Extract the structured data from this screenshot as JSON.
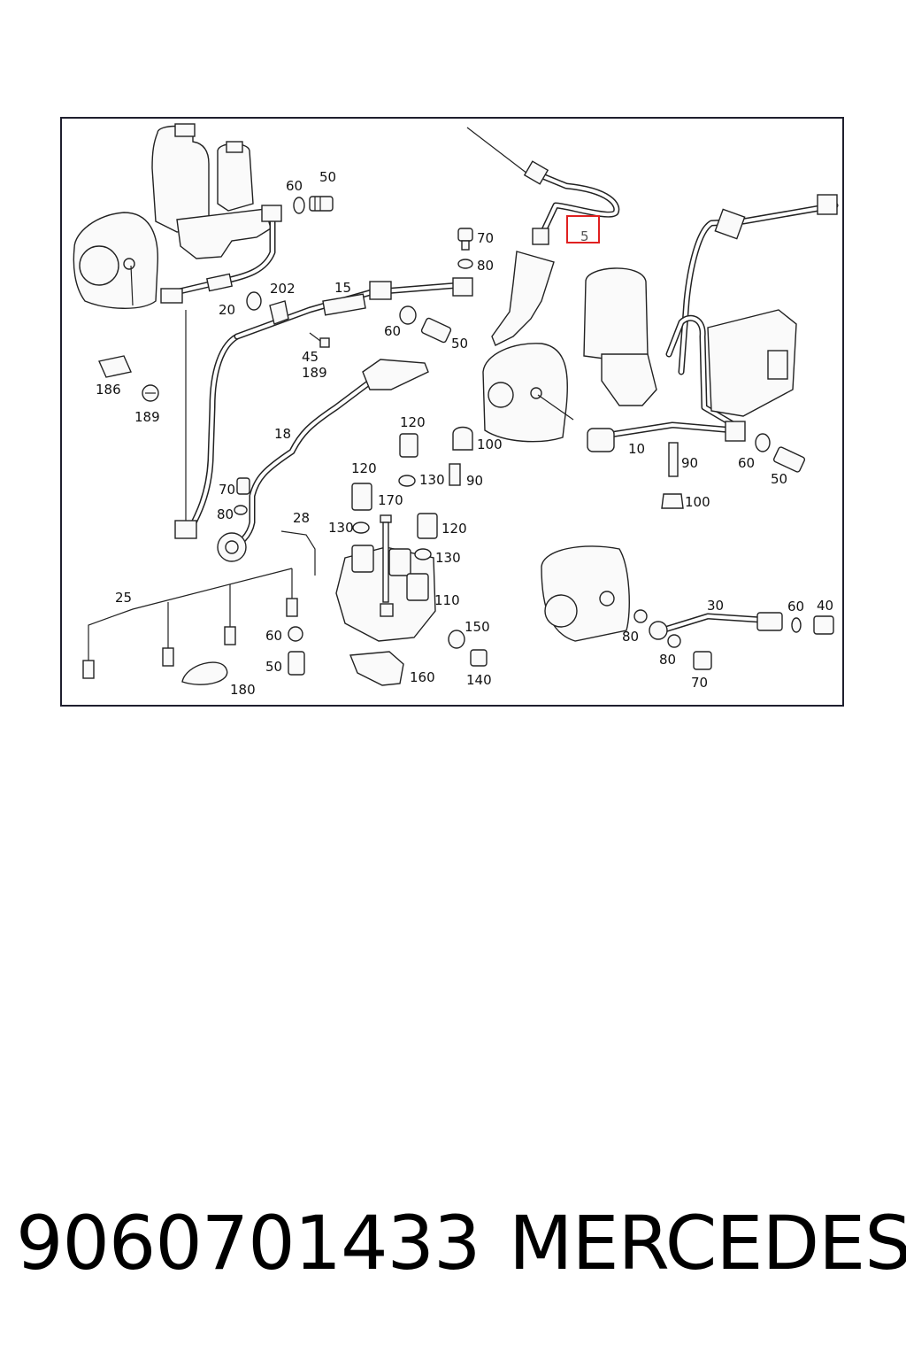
{
  "diagram": {
    "highlighted_label": "5",
    "callouts": [
      {
        "id": "c60a",
        "text": "60"
      },
      {
        "id": "c50a",
        "text": "50"
      },
      {
        "id": "c70a",
        "text": "70"
      },
      {
        "id": "c80a",
        "text": "80"
      },
      {
        "id": "c202",
        "text": "202"
      },
      {
        "id": "c15",
        "text": "15"
      },
      {
        "id": "c20",
        "text": "20"
      },
      {
        "id": "c60b",
        "text": "60"
      },
      {
        "id": "c50b",
        "text": "50"
      },
      {
        "id": "c45",
        "text": "45"
      },
      {
        "id": "c189a",
        "text": "189"
      },
      {
        "id": "c186",
        "text": "186"
      },
      {
        "id": "c189b",
        "text": "189"
      },
      {
        "id": "c18",
        "text": "18"
      },
      {
        "id": "c120a",
        "text": "120"
      },
      {
        "id": "c100a",
        "text": "100"
      },
      {
        "id": "c120b",
        "text": "120"
      },
      {
        "id": "c130a",
        "text": "130"
      },
      {
        "id": "c90a",
        "text": "90"
      },
      {
        "id": "c70b",
        "text": "70"
      },
      {
        "id": "c80b",
        "text": "80"
      },
      {
        "id": "c170",
        "text": "170"
      },
      {
        "id": "c28",
        "text": "28"
      },
      {
        "id": "c130b",
        "text": "130"
      },
      {
        "id": "c120c",
        "text": "120"
      },
      {
        "id": "c130c",
        "text": "130"
      },
      {
        "id": "c10",
        "text": "10"
      },
      {
        "id": "c90b",
        "text": "90"
      },
      {
        "id": "c60c",
        "text": "60"
      },
      {
        "id": "c50c",
        "text": "50"
      },
      {
        "id": "c100b",
        "text": "100"
      },
      {
        "id": "c25",
        "text": "25"
      },
      {
        "id": "c110",
        "text": "110"
      },
      {
        "id": "c150",
        "text": "150"
      },
      {
        "id": "c60d",
        "text": "60"
      },
      {
        "id": "c50d",
        "text": "50"
      },
      {
        "id": "c160",
        "text": "160"
      },
      {
        "id": "c140",
        "text": "140"
      },
      {
        "id": "c180",
        "text": "180"
      },
      {
        "id": "c30",
        "text": "30"
      },
      {
        "id": "c60e",
        "text": "60"
      },
      {
        "id": "c40",
        "text": "40"
      },
      {
        "id": "c80c",
        "text": "80"
      },
      {
        "id": "c80d",
        "text": "80"
      },
      {
        "id": "c70c",
        "text": "70"
      }
    ]
  },
  "footer": {
    "part_number": "9060701433",
    "brand": "MERCEDES"
  },
  "colors": {
    "highlight": "#e02020",
    "line": "#222222",
    "frame": "#1f1f2e"
  }
}
